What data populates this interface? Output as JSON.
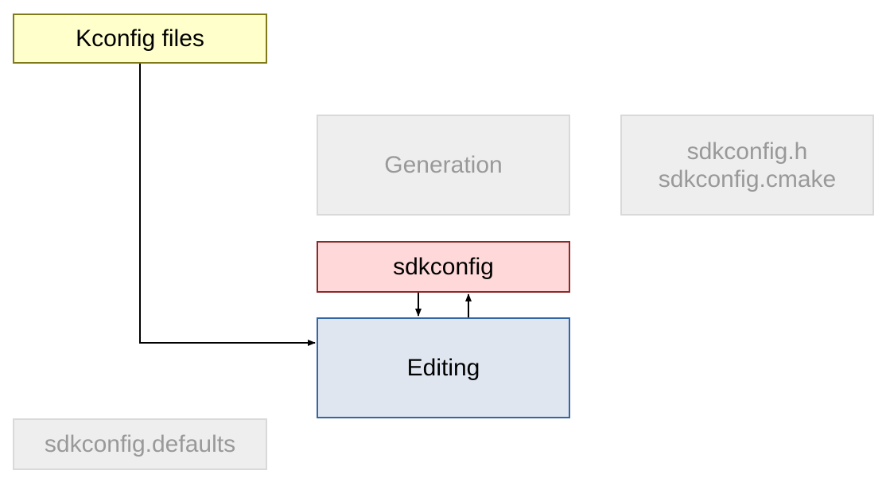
{
  "boxes": {
    "kconfig_files": "Kconfig files",
    "generation": "Generation",
    "outputs": [
      "sdkconfig.h",
      "sdkconfig.cmake"
    ],
    "sdkconfig": "sdkconfig",
    "editing": "Editing",
    "sdkconfig_defaults": "sdkconfig.defaults"
  },
  "colors": {
    "kconfig_fill": "#ffffcc",
    "kconfig_border": "#807a1a",
    "inactive_fill": "#eeeeee",
    "inactive_text": "#999999",
    "sdkconfig_fill": "#ffd9d9",
    "sdkconfig_border": "#8c2a2a",
    "editing_fill": "#dfe6f0",
    "editing_border": "#3465a4"
  },
  "connections": [
    {
      "from": "kconfig_files",
      "to": "editing"
    },
    {
      "from": "sdkconfig",
      "to": "editing"
    },
    {
      "from": "editing",
      "to": "sdkconfig"
    }
  ]
}
